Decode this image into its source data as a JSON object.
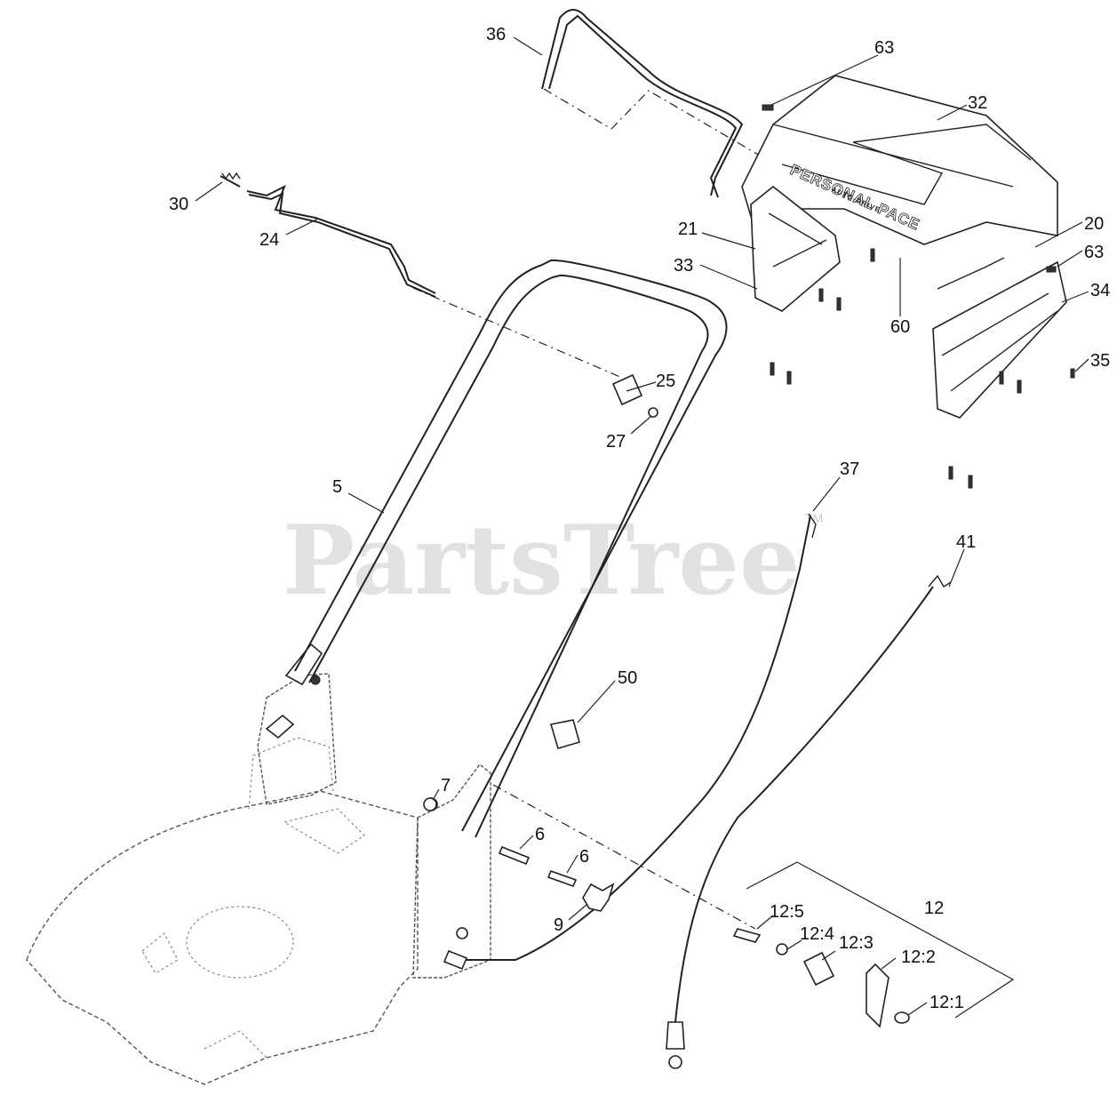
{
  "watermark": {
    "text": "PartsTree",
    "trademark": "TM"
  },
  "emboss": {
    "main": "PERSONAL PACE",
    "sub": "AUTO-DRIVE"
  },
  "callouts": [
    {
      "id": "c36",
      "label": "36"
    },
    {
      "id": "c63a",
      "label": "63"
    },
    {
      "id": "c32",
      "label": "32"
    },
    {
      "id": "c30",
      "label": "30"
    },
    {
      "id": "c24",
      "label": "24"
    },
    {
      "id": "c21",
      "label": "21"
    },
    {
      "id": "c20",
      "label": "20"
    },
    {
      "id": "c63b",
      "label": "63"
    },
    {
      "id": "c33",
      "label": "33"
    },
    {
      "id": "c34",
      "label": "34"
    },
    {
      "id": "c60",
      "label": "60"
    },
    {
      "id": "c35",
      "label": "35"
    },
    {
      "id": "c25",
      "label": "25"
    },
    {
      "id": "c27",
      "label": "27"
    },
    {
      "id": "c37",
      "label": "37"
    },
    {
      "id": "c5",
      "label": "5"
    },
    {
      "id": "c41",
      "label": "41"
    },
    {
      "id": "c50",
      "label": "50"
    },
    {
      "id": "c7",
      "label": "7"
    },
    {
      "id": "c6a",
      "label": "6"
    },
    {
      "id": "c6b",
      "label": "6"
    },
    {
      "id": "c12",
      "label": "12"
    },
    {
      "id": "c9",
      "label": "9"
    },
    {
      "id": "c125",
      "label": "12:5"
    },
    {
      "id": "c124",
      "label": "12:4"
    },
    {
      "id": "c123",
      "label": "12:3"
    },
    {
      "id": "c122",
      "label": "12:2"
    },
    {
      "id": "c121",
      "label": "12:1"
    }
  ]
}
